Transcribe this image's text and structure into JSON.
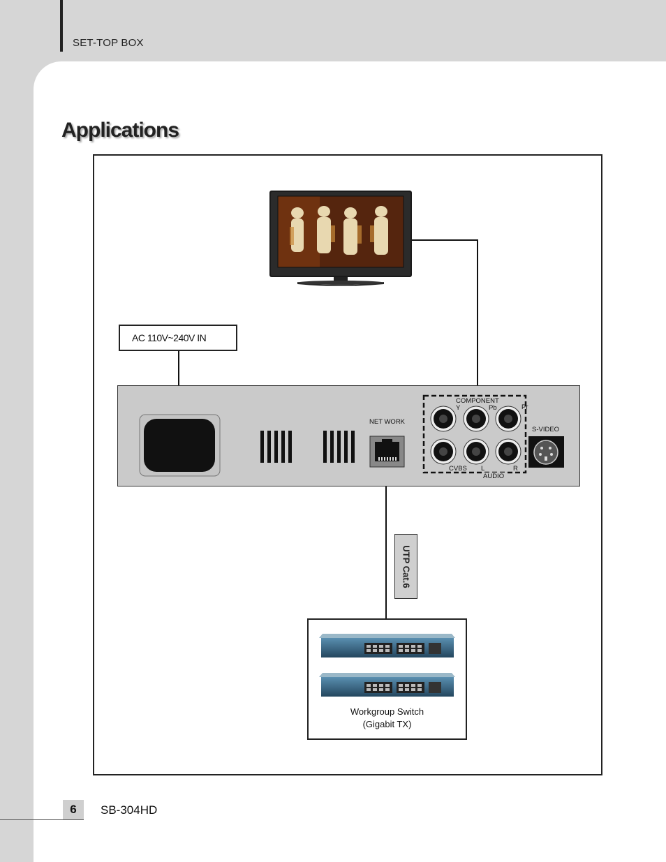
{
  "header": {
    "section": "SET-TOP BOX"
  },
  "page": {
    "title": "Applications",
    "number": "6",
    "model": "SB-304HD"
  },
  "diagram": {
    "power_label": "AC 110V~240V IN",
    "network_label": "NET WORK",
    "component_label": "COMPONENT",
    "y_label": "Y",
    "pb_label": "Pb",
    "pr_label": "Pr",
    "cvbs_label": "CVBS",
    "l_label": "L",
    "r_label": "R",
    "audio_label": "AUDIO",
    "svideo_label": "S-VIDEO",
    "cable_label": "UTP Cat.6",
    "switch_caption_1": "Workgroup Switch",
    "switch_caption_2": "(Gigabit TX)"
  }
}
